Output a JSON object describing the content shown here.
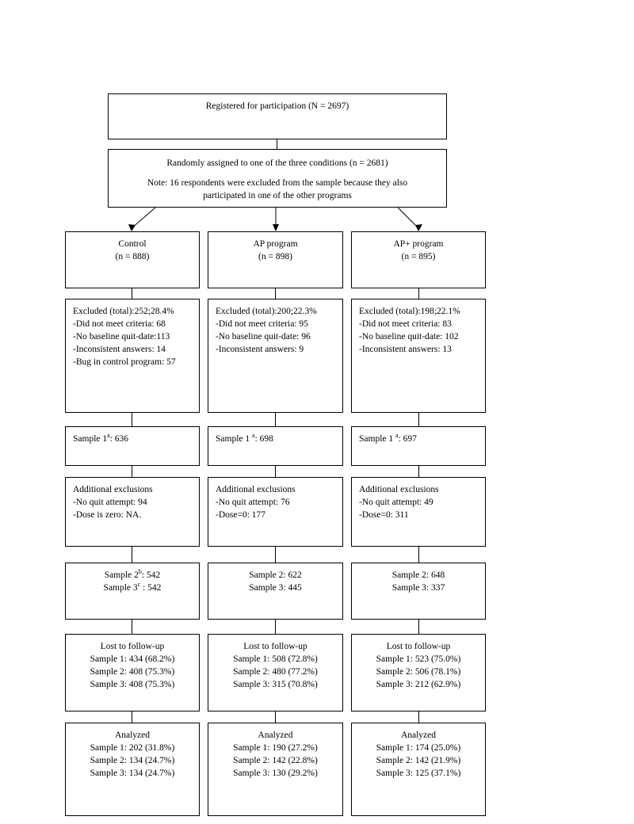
{
  "diagram": {
    "type": "flowchart",
    "title_box": {
      "text": "Registered for participation (N = 2697)"
    },
    "randomization_box": {
      "line1": "Randomly assigned to one of the three conditions (n = 2681)",
      "line2": "Note: 16  respondents were excluded from the sample because they also",
      "line3": "participated in one of the other programs"
    },
    "columns": [
      {
        "key": "control",
        "condition": {
          "name": "Control",
          "n": "(n = 888)"
        },
        "excluded": {
          "total": "Excluded (total):252;28.4%",
          "items": [
            "-Did not meet criteria: 68",
            "-No baseline quit-date:113",
            "-Inconsistent answers: 14",
            "-Bug in control program: 57"
          ]
        },
        "sample1": {
          "label": "Sample 1",
          "sup": "a",
          "value": ": 636"
        },
        "additional_exclusions": {
          "title": "Additional exclusions",
          "items": [
            "-No quit attempt: 94",
            "-Dose is zero: NA."
          ]
        },
        "samples23": [
          {
            "label": "Sample 2",
            "sup": "b",
            "value": ": 542"
          },
          {
            "label": "Sample 3",
            "sup": "c",
            "value": " : 542"
          }
        ],
        "lost": {
          "title": "Lost to follow-up",
          "items": [
            "Sample 1: 434 (68.2%)",
            "Sample 2: 408 (75.3%)",
            "Sample 3: 408 (75.3%)"
          ]
        },
        "analyzed": {
          "title": "Analyzed",
          "items": [
            "Sample 1: 202 (31.8%)",
            "Sample 2: 134 (24.7%)",
            "Sample 3: 134 (24.7%)"
          ]
        }
      },
      {
        "key": "ap",
        "condition": {
          "name": "AP program",
          "n": "(n = 898)"
        },
        "excluded": {
          "total": "Excluded (total):200;22.3%",
          "items": [
            "-Did not meet criteria: 95",
            "-No baseline quit-date: 96",
            "-Inconsistent answers: 9"
          ]
        },
        "sample1": {
          "label": "Sample 1 ",
          "sup": "a",
          "value": ": 698"
        },
        "additional_exclusions": {
          "title": "Additional exclusions",
          "items": [
            "-No quit attempt: 76",
            "-Dose=0: 177"
          ]
        },
        "samples23": [
          {
            "label": "Sample 2",
            "sup": "",
            "value": ": 622"
          },
          {
            "label": "Sample 3",
            "sup": "",
            "value": ": 445"
          }
        ],
        "lost": {
          "title": "Lost to follow-up",
          "items": [
            "Sample 1: 508 (72.8%)",
            "Sample 2: 480 (77.2%)",
            "Sample 3: 315 (70.8%)"
          ]
        },
        "analyzed": {
          "title": "Analyzed",
          "items": [
            "Sample 1: 190 (27.2%)",
            "Sample 2: 142 (22.8%)",
            "Sample 3: 130 (29.2%)"
          ]
        }
      },
      {
        "key": "ap-plus",
        "condition": {
          "name": "AP+ program",
          "n": "(n = 895)"
        },
        "excluded": {
          "total": "Excluded (total):198;22.1%",
          "items": [
            "-Did not meet criteria: 83",
            "-No baseline quit-date: 102",
            "-Inconsistent answers: 13"
          ]
        },
        "sample1": {
          "label": "Sample 1 ",
          "sup": "a",
          "value": ": 697"
        },
        "additional_exclusions": {
          "title": "Additional exclusions",
          "items": [
            "-No quit attempt: 49",
            "-Dose=0: 311"
          ]
        },
        "samples23": [
          {
            "label": "Sample 2",
            "sup": "",
            "value": ": 648"
          },
          {
            "label": "Sample 3",
            "sup": "",
            "value": ": 337"
          }
        ],
        "lost": {
          "title": "Lost to follow-up",
          "items": [
            "Sample 1: 523 (75.0%)",
            "Sample 2: 506 (78.1%)",
            "Sample 3: 212 (62.9%)"
          ]
        },
        "analyzed": {
          "title": "Analyzed",
          "items": [
            "Sample 1: 174 (25.0%)",
            "Sample 2: 142 (21.9%)",
            "Sample 3: 125 (37.1%)"
          ]
        }
      }
    ]
  }
}
